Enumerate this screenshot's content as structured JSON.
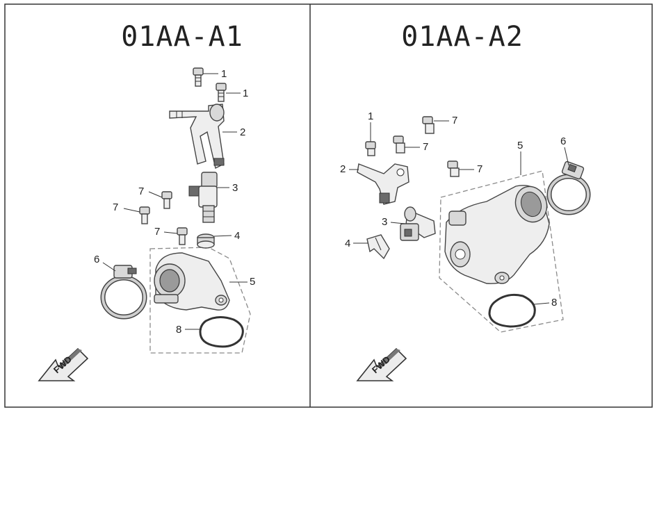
{
  "panels": [
    {
      "title": "01AA-A1",
      "callouts": [
        "1",
        "1",
        "2",
        "3",
        "7",
        "7",
        "7",
        "4",
        "6",
        "5",
        "8"
      ],
      "direction_label": "FWD"
    },
    {
      "title": "01AA-A2",
      "callouts": [
        "1",
        "7",
        "7",
        "7",
        "2",
        "5",
        "6",
        "3",
        "4",
        "8"
      ],
      "direction_label": "FWD"
    }
  ],
  "icons": {
    "parts": [
      "bolt-icon",
      "fuel-pipe-icon",
      "injector-icon",
      "seal-ring-icon",
      "hose-clamp-icon",
      "intake-manifold-icon",
      "o-ring-icon",
      "clip-icon",
      "forward-arrow-icon"
    ]
  }
}
